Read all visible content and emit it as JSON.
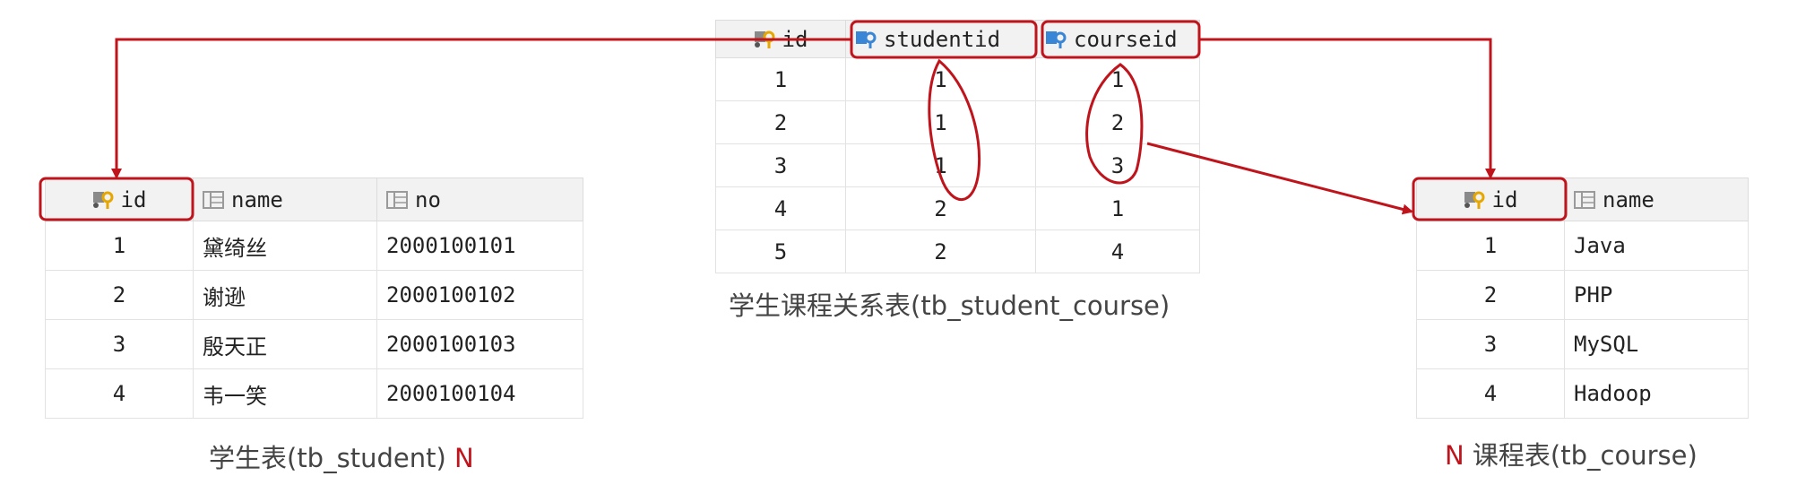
{
  "student_table": {
    "columns": [
      "id",
      "name",
      "no"
    ],
    "rows": [
      [
        "1",
        "黛绮丝",
        "2000100101"
      ],
      [
        "2",
        "谢逊",
        "2000100102"
      ],
      [
        "3",
        "殷天正",
        "2000100103"
      ],
      [
        "4",
        "韦一笑",
        "2000100104"
      ]
    ],
    "caption": "学生表(tb_student)",
    "cardinality": "N"
  },
  "relation_table": {
    "columns": [
      "id",
      "studentid",
      "courseid"
    ],
    "rows": [
      [
        "1",
        "1",
        "1"
      ],
      [
        "2",
        "1",
        "2"
      ],
      [
        "3",
        "1",
        "3"
      ],
      [
        "4",
        "2",
        "1"
      ],
      [
        "5",
        "2",
        "4"
      ]
    ],
    "caption": "学生课程关系表(tb_student_course)"
  },
  "course_table": {
    "columns": [
      "id",
      "name"
    ],
    "rows": [
      [
        "1",
        "Java"
      ],
      [
        "2",
        "PHP"
      ],
      [
        "3",
        "MySQL"
      ],
      [
        "4",
        "Hadoop"
      ]
    ],
    "caption": "课程表(tb_course)",
    "cardinality": "N"
  },
  "colors": {
    "annotation": "#c0141c",
    "header_bg": "#f2f2f2",
    "key_icon": "#e6a700",
    "fk_icon": "#3a86d6"
  },
  "icons": [
    "primary-key-icon",
    "foreign-key-icon",
    "column-icon"
  ]
}
